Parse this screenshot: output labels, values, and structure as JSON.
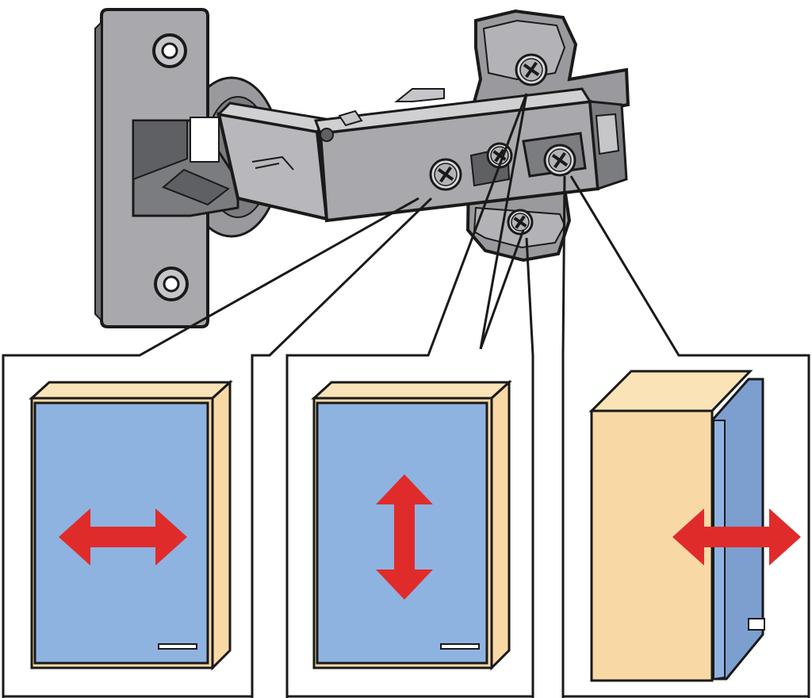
{
  "diagram": {
    "subject": "concealed-cabinet-hinge-adjustment",
    "panels": [
      {
        "id": "side-adjustment",
        "screw": "front-screw",
        "arrow": "horizontal"
      },
      {
        "id": "height-adjustment",
        "screw": "mounting-plate-screws",
        "arrow": "vertical"
      },
      {
        "id": "depth-adjustment",
        "screw": "rear-cam-screw",
        "arrow": "horizontal"
      }
    ],
    "colors": {
      "outline": "#1a1a1a",
      "metal": "#a9a9ad",
      "metal_light": "#c6c6ca",
      "metal_dark": "#5f6064",
      "cabinet_wood": "#f8d9a6",
      "cabinet_wood_top": "#fbe3b8",
      "door_blue": "#8fb3e0",
      "door_blue_side": "#7c9fd0",
      "arrow_red": "#e02b2b",
      "panel_border": "#1a1a1a",
      "background": "#ffffff"
    },
    "icons": [
      "hinge-cup-icon",
      "phillips-screw-icon",
      "double-arrow-icon"
    ]
  }
}
